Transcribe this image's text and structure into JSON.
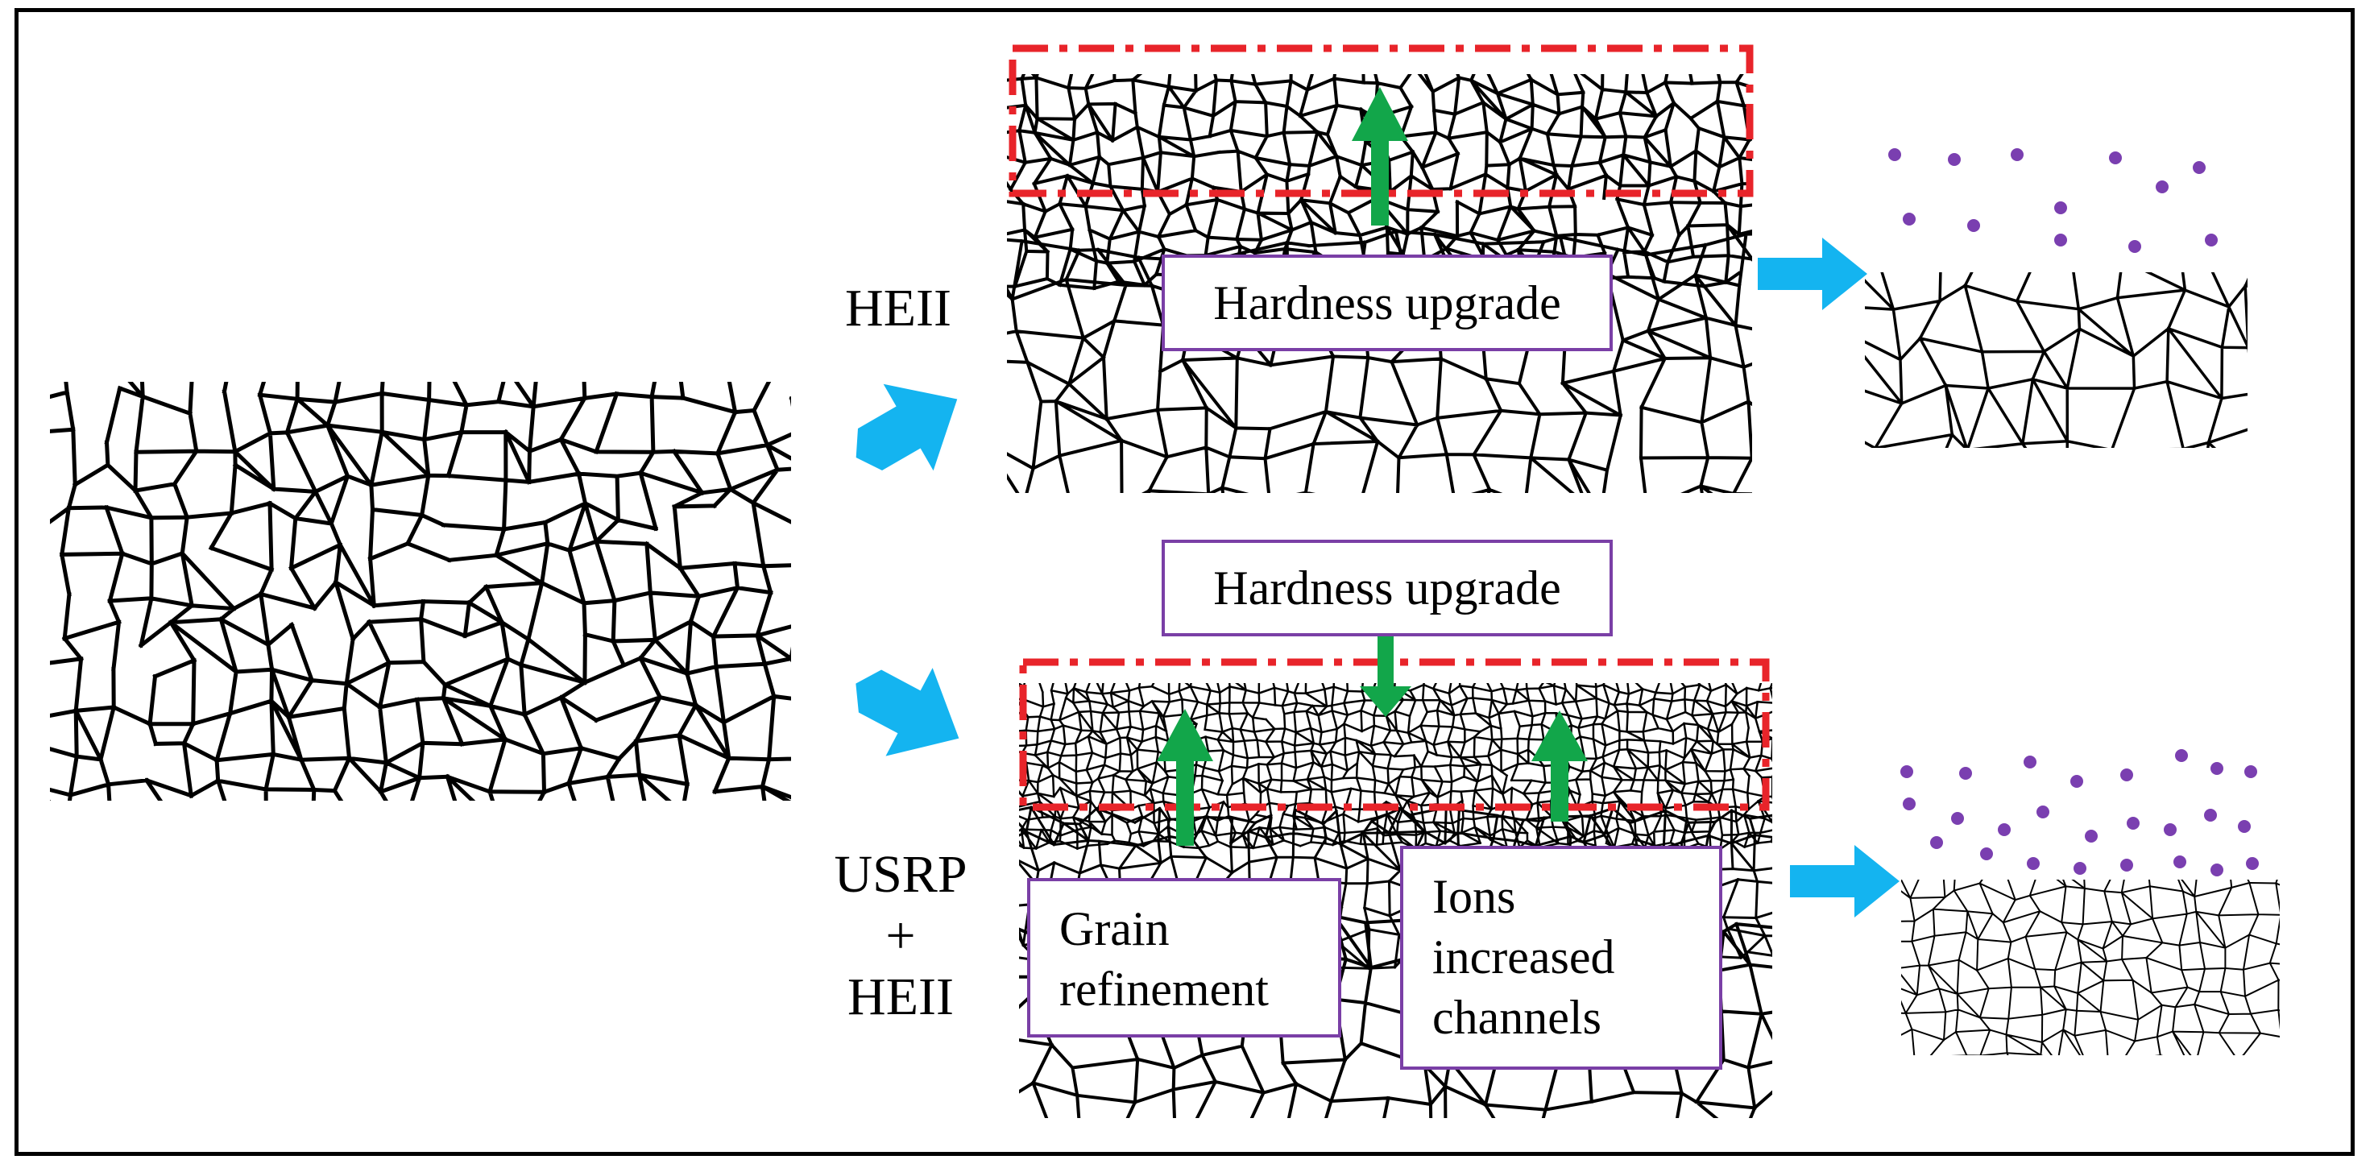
{
  "process_labels": {
    "heii": "HEII",
    "usrp_line1": "USRP",
    "usrp_line2": "+",
    "usrp_line3": "HEII"
  },
  "boxes": {
    "top_hardness": "Hardness upgrade",
    "middle_hardness": "Hardness upgrade",
    "grain": [
      "Grain",
      "refinement"
    ],
    "ions": [
      "Ions",
      "increased",
      "channels"
    ]
  },
  "colors": {
    "arrow_blue": "#14b4f0",
    "arrow_green": "#12a64a",
    "dash_red": "#e8242a",
    "box_border": "#7a3fa6",
    "ion_dot": "#7a3fb0",
    "grain_line": "#000000"
  },
  "icons": {
    "process_arrow": "blue-block-arrow",
    "hardness_arrow": "green-arrow",
    "ion": "purple-dot"
  }
}
